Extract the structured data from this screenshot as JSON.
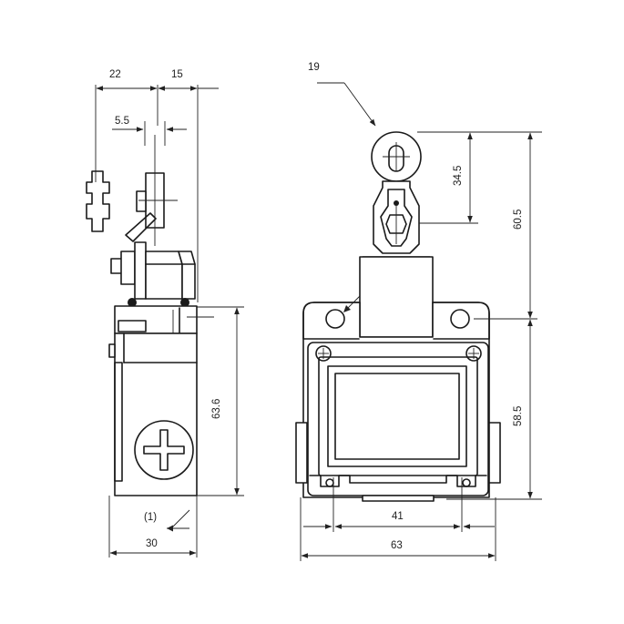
{
  "diagram": {
    "type": "technical-dimension-drawing",
    "views": [
      "side-view",
      "front-view"
    ],
    "side_view": {
      "dim_lever_offset": "22",
      "dim_lever_depth": "15",
      "dim_roller_width": "5.5",
      "dim_body_height": "63.6",
      "dim_body_width": "30",
      "note": "(1)"
    },
    "front_view": {
      "callout": "19",
      "dim_roller_axis": "34.5",
      "dim_head_height": "60.5",
      "dim_body_height": "58.5",
      "dim_mount_spacing": "41",
      "dim_total_width": "63"
    }
  }
}
